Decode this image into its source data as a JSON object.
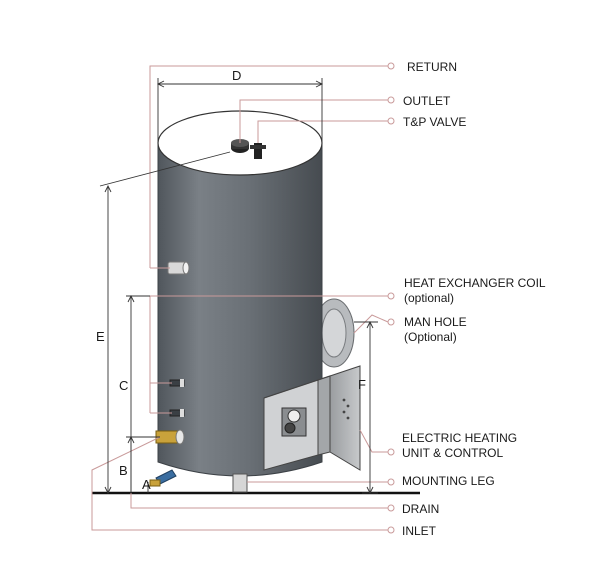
{
  "labels": {
    "return": "RETURN",
    "outlet": "OUTLET",
    "tp_valve": "T&P VALVE",
    "heat_exchanger_line1": "HEAT EXCHANGER COIL",
    "heat_exchanger_line2": "(optional)",
    "man_hole_line1": "MAN HOLE",
    "man_hole_line2": "(Optional)",
    "electric_heating_line1": "ELECTRIC HEATING",
    "electric_heating_line2": "UNIT & CONTROL",
    "mounting_leg": "MOUNTING LEG",
    "drain": "DRAIN",
    "inlet": "INLET"
  },
  "dimensions": {
    "a": "A",
    "b": "B",
    "c": "C",
    "d": "D",
    "e": "E",
    "f": "F"
  },
  "colors": {
    "tank": "#6d7278",
    "tank_dark": "#4f555b",
    "leader": "#c99a9a",
    "dim_line": "#333333"
  }
}
